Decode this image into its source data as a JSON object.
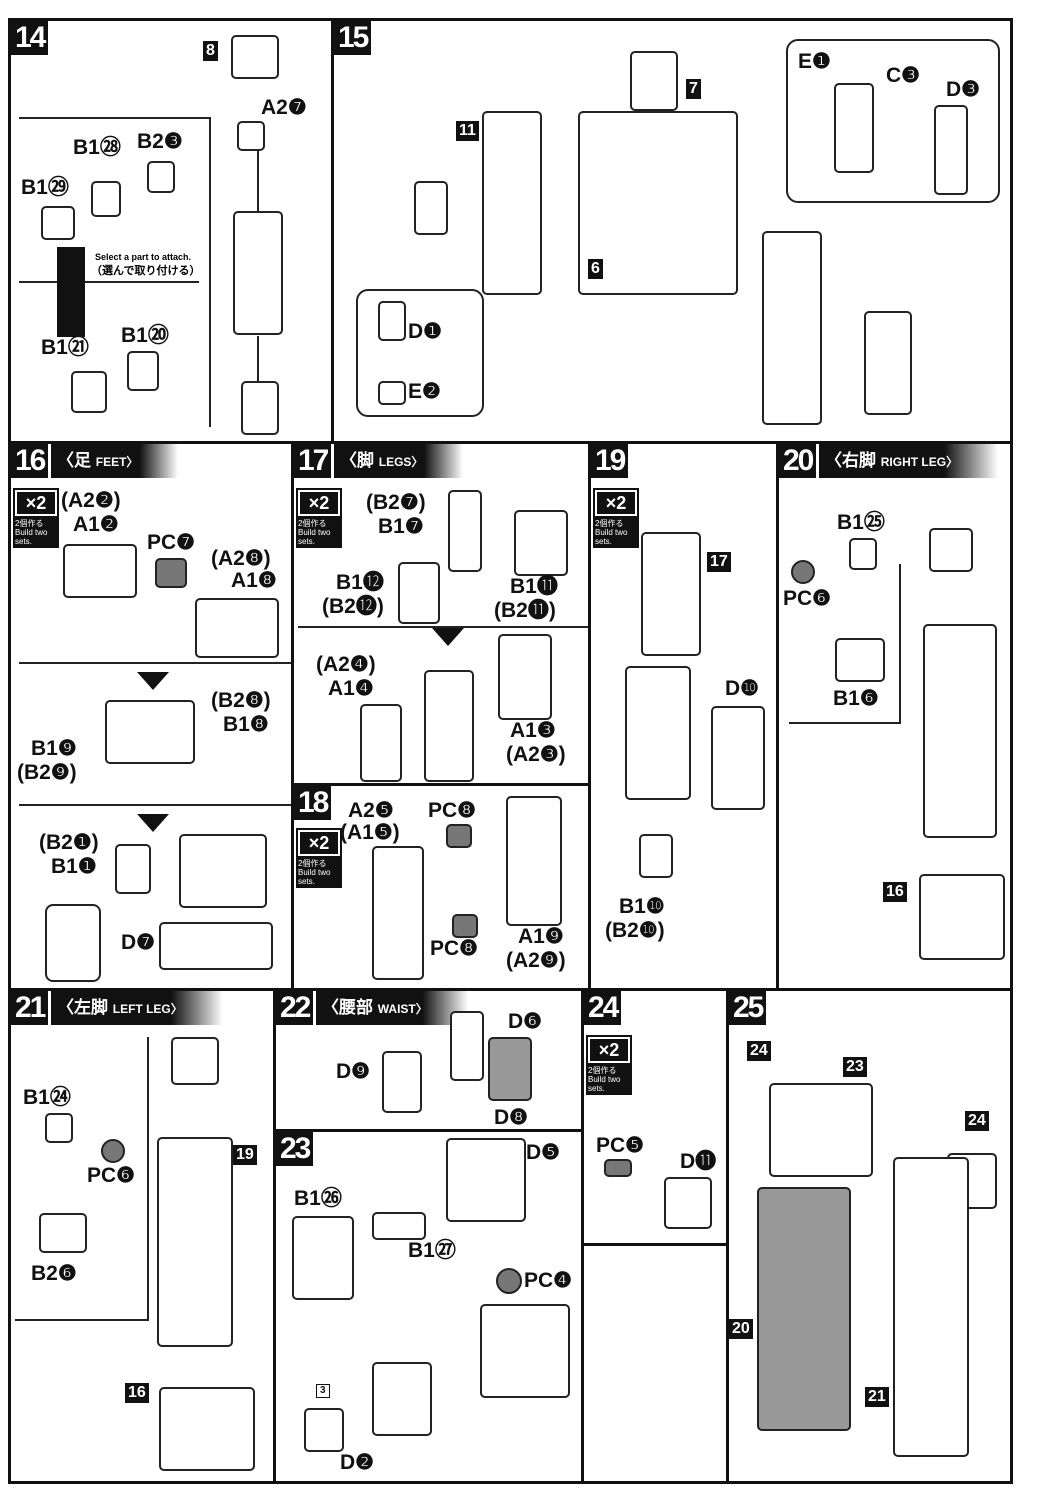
{
  "steps": {
    "s14": {
      "num": "14",
      "labels": [
        "8",
        "A2❼",
        "B1㉘",
        "B2❸",
        "B1㉙",
        "B1㉑",
        "B1⑳"
      ],
      "note_en": "Select a part to attach.",
      "note_jp": "（選んで取り付ける）"
    },
    "s15": {
      "num": "15",
      "labels": [
        "11",
        "7",
        "6",
        "E❶",
        "C❸",
        "D❸",
        "D❶",
        "E❷"
      ]
    },
    "s16": {
      "num": "16",
      "title_jp": "〈足",
      "title_en": "FEET〉",
      "x2": "×2",
      "x2_jp": "2個作る",
      "x2_en": "Build two sets.",
      "labels": [
        "(A2❷)",
        "A1❷",
        "PC❼",
        "(A2❽)",
        "A1❽",
        "(B2❽)",
        "B1❽",
        "B1❾",
        "(B2❾)",
        "(B2❶)",
        "B1❶",
        "D❼"
      ]
    },
    "s17": {
      "num": "17",
      "title_jp": "〈脚",
      "title_en": "LEGS〉",
      "x2": "×2",
      "x2_jp": "2個作る",
      "x2_en": "Build two sets.",
      "labels": [
        "(B2❼)",
        "B1❼",
        "B1⓬",
        "(B2⓬)",
        "B1⓫",
        "(B2⓫)",
        "(A2❹)",
        "A1❹",
        "A1❸",
        "(A2❸)"
      ]
    },
    "s18": {
      "num": "18",
      "x2": "×2",
      "x2_jp": "2個作る",
      "x2_en": "Build two sets.",
      "labels": [
        "A2❺",
        "(A1❺)",
        "PC❽",
        "PC❽",
        "A1❾",
        "(A2❾)"
      ]
    },
    "s19": {
      "num": "19",
      "x2": "×2",
      "x2_jp": "2個作る",
      "x2_en": "Build two sets.",
      "labels": [
        "17",
        "D❿",
        "B1❿",
        "(B2❿)"
      ]
    },
    "s20": {
      "num": "20",
      "title_jp": "〈右脚",
      "title_en": "RIGHT LEG〉",
      "labels": [
        "B1㉕",
        "PC❻",
        "B1❻",
        "16"
      ]
    },
    "s21": {
      "num": "21",
      "title_jp": "〈左脚",
      "title_en": "LEFT LEG〉",
      "labels": [
        "B1㉔",
        "PC❻",
        "B2❻",
        "19",
        "16"
      ]
    },
    "s22": {
      "num": "22",
      "title_jp": "〈腰部",
      "title_en": "WAIST〉",
      "labels": [
        "D❻",
        "D❾",
        "D❽"
      ]
    },
    "s23": {
      "num": "23",
      "labels": [
        "D❺",
        "B1㉖",
        "B1㉗",
        "PC❹",
        "D❷",
        "3"
      ]
    },
    "s24": {
      "num": "24",
      "x2": "×2",
      "x2_jp": "2個作る",
      "x2_en": "Build two sets.",
      "labels": [
        "PC❺",
        "D⓫"
      ]
    },
    "s25": {
      "num": "25",
      "labels": [
        "24",
        "23",
        "24",
        "20",
        "21"
      ]
    }
  }
}
